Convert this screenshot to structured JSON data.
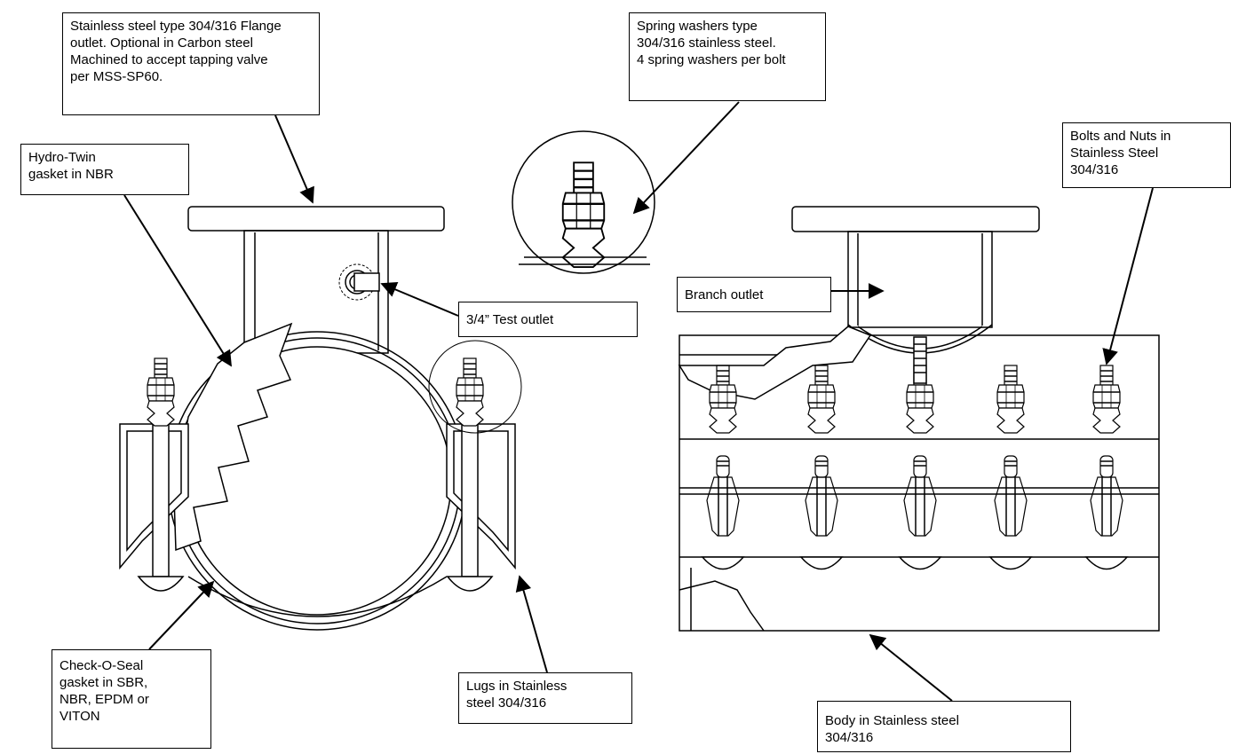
{
  "callouts": {
    "flange_outlet": "Stainless steel type 304/316 Flange\noutlet. Optional in Carbon steel\nMachined to accept tapping valve\nper MSS-SP60.",
    "spring_washers": "Spring washers type\n304/316 stainless steel.\n4 spring washers per bolt",
    "bolts_nuts": "Bolts and Nuts in\nStainless Steel\n304/316",
    "hydro_twin": "Hydro-Twin\ngasket in NBR",
    "test_outlet": "3/4” Test outlet",
    "branch_outlet": "Branch outlet",
    "check_o_seal": "Check-O-Seal\ngasket in SBR,\nNBR, EPDM or\nVITON",
    "lugs": "Lugs in Stainless\nsteel 304/316",
    "body": "Body in Stainless steel\n304/316"
  },
  "colors": {
    "line": "#000000",
    "background": "#ffffff"
  }
}
